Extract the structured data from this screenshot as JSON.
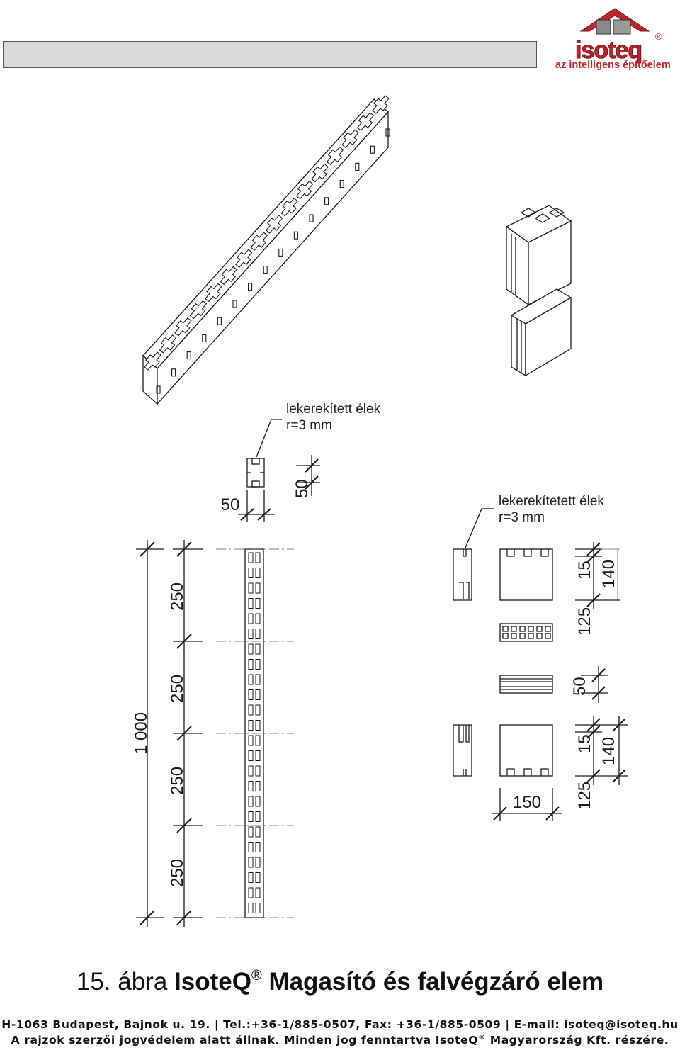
{
  "logo": {
    "brand": "isoteq",
    "registered": "®",
    "tagline": "az intelligens építőelem",
    "colors": {
      "red": "#c0252b",
      "grey": "#8a8a8a"
    }
  },
  "callouts": {
    "top": {
      "line1": "lekerekített élek",
      "line2": "r=3 mm"
    },
    "right": {
      "line1": "lekerekítetett élek",
      "line2": "r=3 mm"
    }
  },
  "dimensions": {
    "overall": "1 000",
    "segments": [
      "250",
      "250",
      "250",
      "250"
    ],
    "top_width": "50",
    "top_depth": "50",
    "right_upper": {
      "a": "15",
      "b": "140",
      "c": "125"
    },
    "right_mid": "50",
    "right_lower": {
      "a": "15",
      "b": "140",
      "c": "125"
    },
    "bottom_width": "150"
  },
  "caption": {
    "number": "15. ábra",
    "brand": "IsoteQ",
    "reg": "®",
    "title": "Magasító és falvégzáró elem"
  },
  "footer": {
    "line1": "H-1063 Budapest, Bajnok u. 19. | Tel.:+36-1/885-0507, Fax: +36-1/885-0509 | E-mail: isoteq@isoteq.hu",
    "line2_a": "A rajzok szerzői jogvédelem alatt állnak. Minden jog fenntartva IsoteQ",
    "line2_reg": "®",
    "line2_b": "Magyarország Kft. részére."
  }
}
